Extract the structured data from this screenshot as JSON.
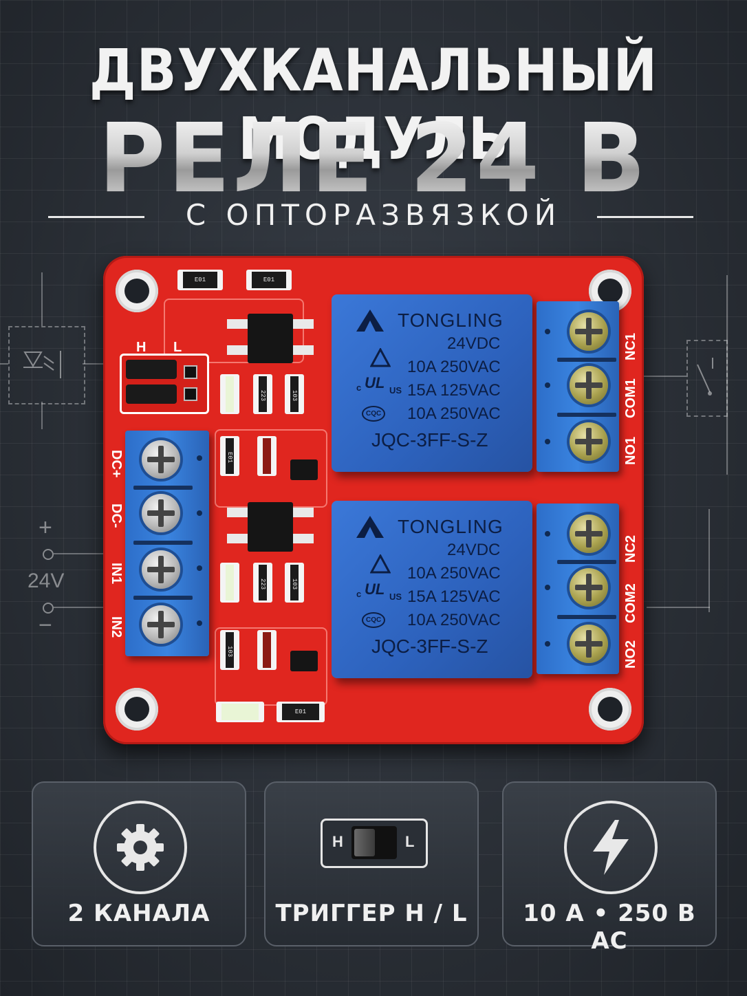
{
  "header": {
    "title_line1": "ДВУХКАНАЛЬНЫЙ МОДУЛЬ",
    "title_line2": "РЕЛЕ 24 В",
    "subtitle": "С ОПТОРАЗВЯЗКОЙ"
  },
  "board": {
    "jumper_labels": {
      "high": "H",
      "low": "L"
    },
    "input_terminal_labels": [
      "DC+",
      "DC-",
      "IN1",
      "IN2"
    ],
    "output_terminal_1_labels": [
      "NC1",
      "COM1",
      "NO1"
    ],
    "output_terminal_2_labels": [
      "NC2",
      "COM2",
      "NO2"
    ],
    "resistor_codes": {
      "e01": "E01",
      "r223": "223",
      "r103": "103"
    },
    "relays": [
      {
        "brand": "TONGLING",
        "lines": [
          "24VDC",
          "10A 250VAC",
          "15A 125VAC",
          "10A 250VAC"
        ],
        "model": "JQC-3FF-S-Z",
        "cqc": "CQC",
        "ul_c": "c",
        "ul_us": "US"
      },
      {
        "brand": "TONGLING",
        "lines": [
          "24VDC",
          "10A 250VAC",
          "15A 125VAC",
          "10A 250VAC"
        ],
        "model": "JQC-3FF-S-Z",
        "cqc": "CQC",
        "ul_c": "c",
        "ul_us": "US"
      }
    ]
  },
  "decoration": {
    "voltage_label": "24V",
    "plus_sign": "+",
    "minus_sign": "−"
  },
  "features": [
    {
      "icon": "gear-icon",
      "label": "2 КАНАЛА"
    },
    {
      "icon": "toggle-switch-icon",
      "label": "ТРИГГЕР H / L",
      "switch_left": "H",
      "switch_right": "L"
    },
    {
      "icon": "lightning-icon",
      "label": "10 А • 250 В АС"
    }
  ],
  "colors": {
    "background": "#2a2f36",
    "pcb": "#e0261f",
    "relay_blue": "#2d62bd",
    "terminal_blue": "#3a84e0",
    "text": "#f0f0f0"
  }
}
